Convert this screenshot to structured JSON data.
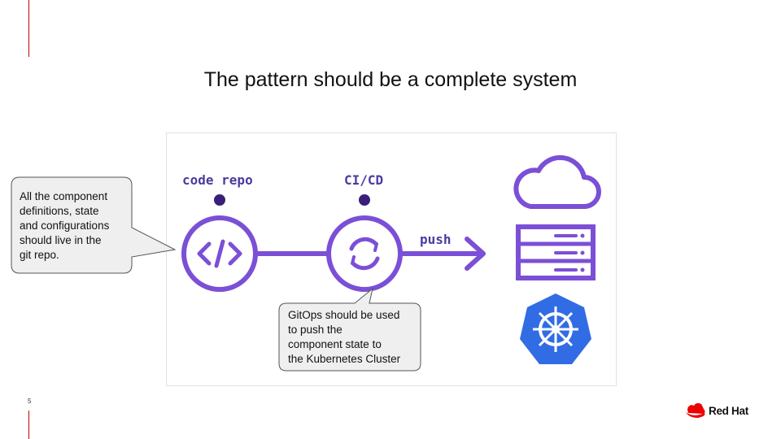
{
  "slide": {
    "title": "The pattern should be a complete system",
    "page_number": "5"
  },
  "diagram": {
    "code_repo_label": "code repo",
    "cicd_label": "CI/CD",
    "push_label": "push",
    "accent_color": "#7b4fd6",
    "dot_color": "#3a1f7a",
    "icons": [
      "code-icon",
      "sync-icon",
      "cloud-icon",
      "server-icon",
      "kubernetes-icon"
    ]
  },
  "callouts": {
    "left": [
      "All the component",
      "definitions, state",
      "and configurations",
      "should live in the",
      "git repo."
    ],
    "bottom": [
      "GitOps should be used",
      "to push the",
      "component state to",
      "the Kubernetes Cluster"
    ]
  },
  "brand": {
    "name": "Red Hat",
    "color": "#ee0000"
  }
}
